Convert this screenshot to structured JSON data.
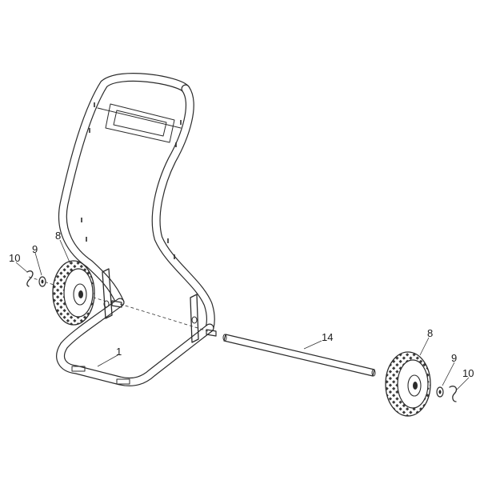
{
  "callouts": {
    "frame": "1",
    "wheel_left": "8",
    "washer_left": "9",
    "pin_left": "10",
    "axle": "14",
    "wheel_right": "8",
    "washer_right": "9",
    "pin_right": "10"
  }
}
